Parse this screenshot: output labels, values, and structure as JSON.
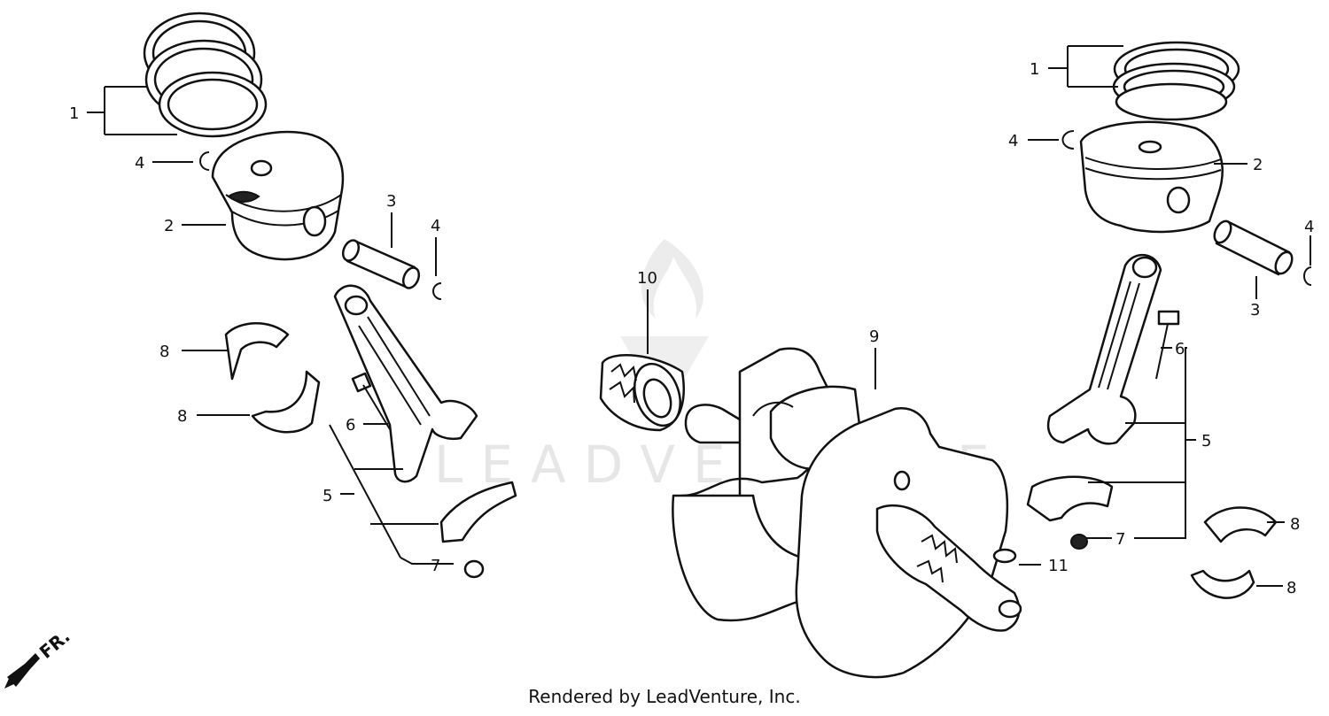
{
  "watermark": {
    "text": "LEADVENTURE"
  },
  "footer": {
    "text": "Rendered by LeadVenture, Inc."
  },
  "direction_marker": {
    "text": "FR.",
    "icon": "front-arrow-icon"
  },
  "callouts": {
    "l1": "1",
    "l2": "2",
    "l3": "3",
    "l4a": "4",
    "l4b": "4",
    "l5": "5",
    "l6": "6",
    "l7": "7",
    "l8a": "8",
    "l8b": "8",
    "c9": "9",
    "c10": "10",
    "c11": "11",
    "r1": "1",
    "r2": "2",
    "r3": "3",
    "r4a": "4",
    "r4b": "4",
    "r5": "5",
    "r6": "6",
    "r7": "7",
    "r8a": "8",
    "r8b": "8"
  }
}
